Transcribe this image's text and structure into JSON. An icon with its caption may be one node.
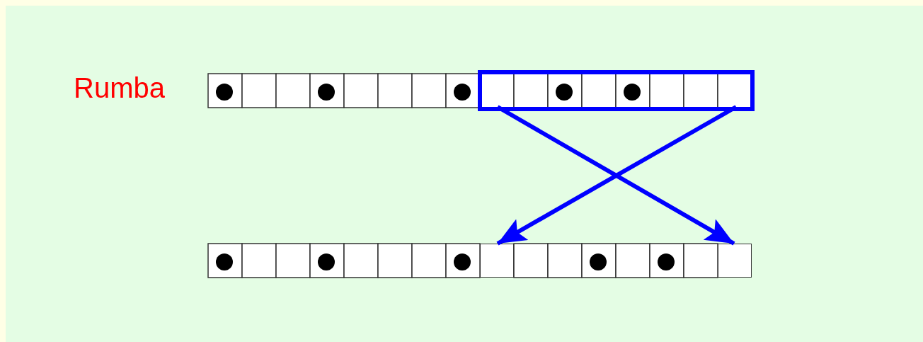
{
  "diagram": {
    "nodes": [
      {
        "text": [],
        "shape": "box"
      },
      {
        "text": [],
        "shape": "box"
      },
      {
        "text": [],
        "shape": "box"
      }
    ],
    "edges": [
      {
        "from": 0,
        "to": 2,
        "arrow": "to"
      },
      {
        "from": 0,
        "to": 1,
        "arrow": "to"
      }
    ],
    "labels": [
      "Rumba"
    ]
  }
}
